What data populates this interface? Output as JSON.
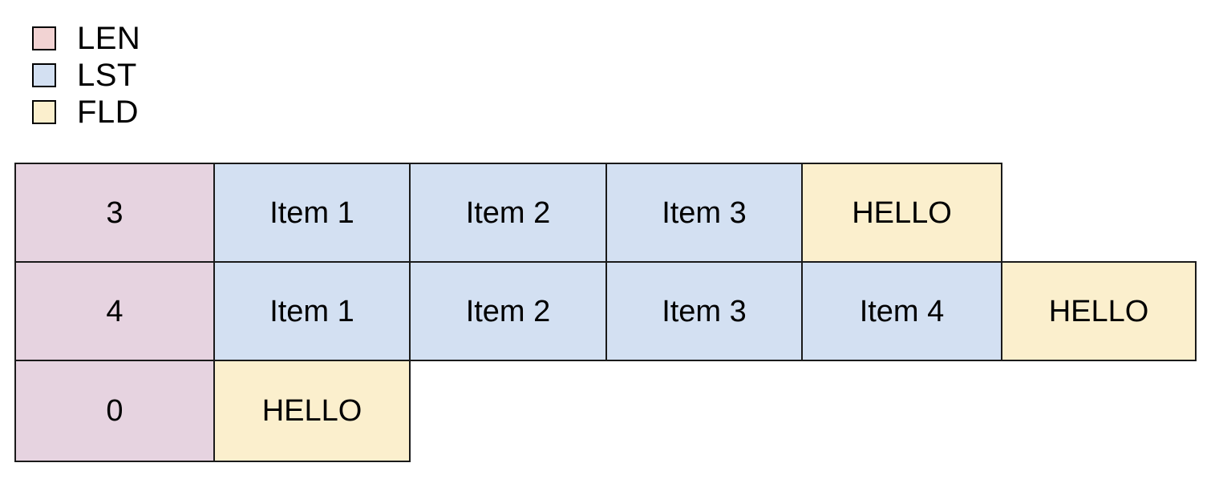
{
  "legend": {
    "items": [
      {
        "key": "LEN",
        "label": "LEN",
        "color": "#f2d3d3",
        "role": "length"
      },
      {
        "key": "LST",
        "label": "LST",
        "color": "#d3e0f2",
        "role": "list"
      },
      {
        "key": "FLD",
        "label": "FLD",
        "color": "#fbefcd",
        "role": "field"
      }
    ]
  },
  "colors": {
    "len_fill": "#e6d3e0",
    "lst_fill": "#d3e0f2",
    "fld_fill": "#fbefcd",
    "border": "#1a1a1a",
    "text": "#000000",
    "background": "#ffffff"
  },
  "table": {
    "rows": [
      {
        "name": "row-len-3",
        "cells": [
          {
            "type": "LEN",
            "text": "3"
          },
          {
            "type": "LST",
            "text": "Item 1"
          },
          {
            "type": "LST",
            "text": "Item 2"
          },
          {
            "type": "LST",
            "text": "Item 3"
          },
          {
            "type": "FLD",
            "text": "HELLO"
          }
        ]
      },
      {
        "name": "row-len-4",
        "cells": [
          {
            "type": "LEN",
            "text": "4"
          },
          {
            "type": "LST",
            "text": "Item 1"
          },
          {
            "type": "LST",
            "text": "Item 2"
          },
          {
            "type": "LST",
            "text": "Item 3"
          },
          {
            "type": "LST",
            "text": "Item 4"
          },
          {
            "type": "FLD",
            "text": "HELLO"
          }
        ]
      },
      {
        "name": "row-len-0",
        "cells": [
          {
            "type": "LEN",
            "text": "0"
          },
          {
            "type": "FLD",
            "text": "HELLO"
          }
        ]
      }
    ]
  }
}
